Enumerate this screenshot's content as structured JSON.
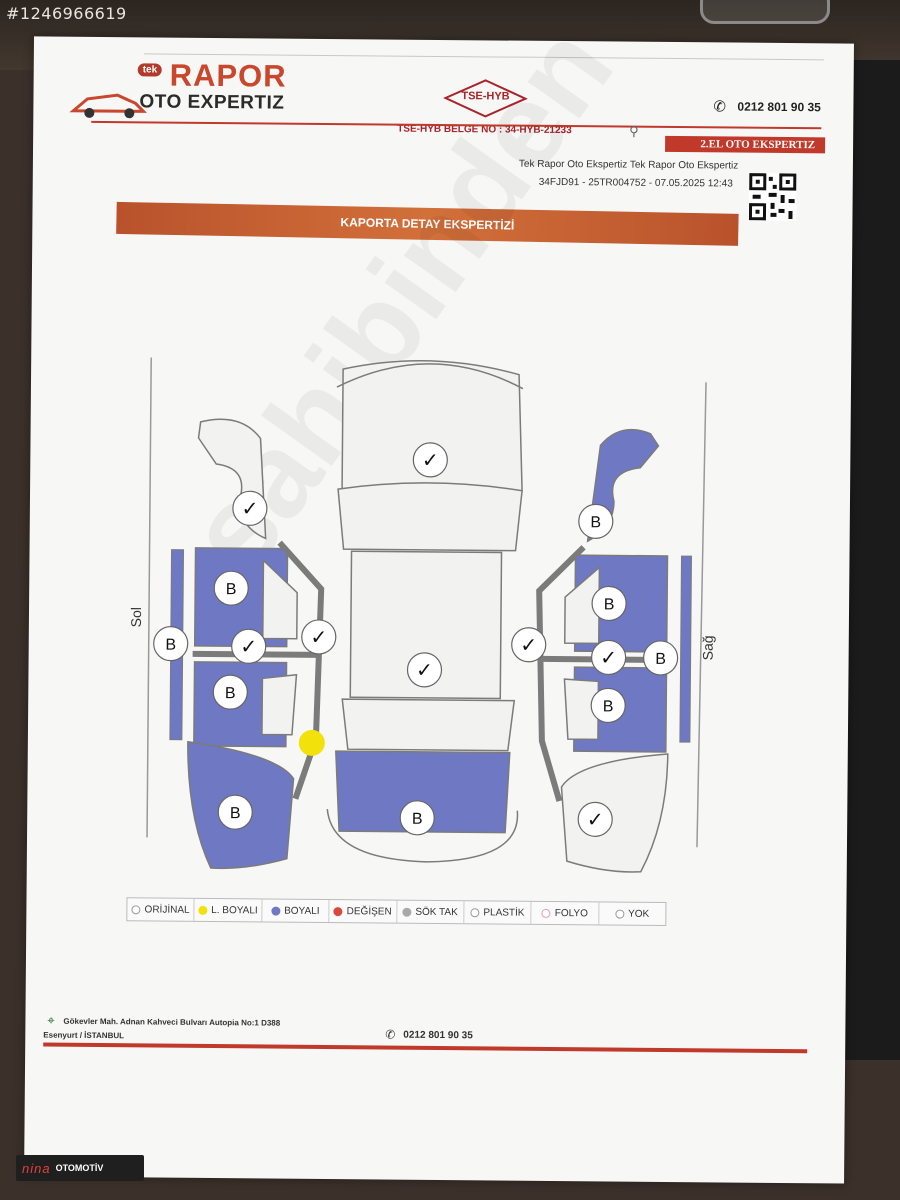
{
  "photo": {
    "watermark_id": "#1246966619"
  },
  "header": {
    "logo_tek": "tek",
    "logo_title": "RAPOR",
    "logo_subtitle": "OTO EXPERTIZ",
    "tse_badge": "TSE-HYB",
    "belge_no": "TSE-HYB BELGE NO : 34-HYB-21233",
    "phone": "0212 801 90 35",
    "banner": "2.EL OTO EKSPERTIZ",
    "meta_line1": "Tek Rapor Oto Ekspertiz Tek Rapor Oto Ekspertiz",
    "meta_line2": "34FJD91 - 25TR004752 - 07.05.2025 12:43"
  },
  "section": {
    "title": "KAPORTA DETAY EKSPERTİZİ"
  },
  "diagram": {
    "left_label": "Sol",
    "right_label": "Sağ",
    "colors": {
      "painted": "#6f78c2",
      "locally_painted": "#f2e10a",
      "outline": "#7b7b7b",
      "panel_fill": "#f2f2f0"
    },
    "parts": [
      {
        "id": "hood",
        "status": "original",
        "mark": "✓"
      },
      {
        "id": "roof",
        "status": "original",
        "mark": "✓"
      },
      {
        "id": "trunk",
        "status": "painted",
        "mark": "B"
      },
      {
        "id": "left-front-fender",
        "status": "original",
        "mark": "✓"
      },
      {
        "id": "left-front-door",
        "status": "painted",
        "mark": "B"
      },
      {
        "id": "left-rear-door",
        "status": "painted",
        "mark": "B"
      },
      {
        "id": "left-rocker",
        "status": "painted",
        "mark": "B"
      },
      {
        "id": "left-b-pillar",
        "status": "original",
        "mark": "✓"
      },
      {
        "id": "left-roof-rail",
        "status": "original",
        "mark": "✓"
      },
      {
        "id": "left-c-pillar",
        "status": "locally_painted",
        "mark": ""
      },
      {
        "id": "left-rear-quarter",
        "status": "painted",
        "mark": "B"
      },
      {
        "id": "right-front-fender",
        "status": "painted",
        "mark": "B"
      },
      {
        "id": "right-front-door",
        "status": "painted",
        "mark": "B"
      },
      {
        "id": "right-rear-door",
        "status": "painted",
        "mark": "B"
      },
      {
        "id": "right-rocker",
        "status": "painted",
        "mark": "B"
      },
      {
        "id": "right-b-pillar",
        "status": "original",
        "mark": "✓"
      },
      {
        "id": "right-roof-rail",
        "status": "original",
        "mark": "✓"
      },
      {
        "id": "right-rear-quarter",
        "status": "original",
        "mark": "✓"
      }
    ]
  },
  "legend": [
    {
      "label": "ORİJİNAL",
      "color": "#ffffff"
    },
    {
      "label": "L. BOYALI",
      "color": "#f2e10a"
    },
    {
      "label": "BOYALI",
      "color": "#6f78c2"
    },
    {
      "label": "DEĞİŞEN",
      "color": "#d9483b"
    },
    {
      "label": "SÖK TAK",
      "color": "#a9a9a9"
    },
    {
      "label": "PLASTİK",
      "color": "#ffffff"
    },
    {
      "label": "FOLYO",
      "color": "#ffffff"
    },
    {
      "label": "YOK",
      "color": "#ffffff"
    }
  ],
  "footer": {
    "address_line1": "Gökevler Mah. Adnan Kahveci Bulvarı Autopia No:1 D388",
    "address_line2": "Esenyurt / İSTANBUL",
    "phone": "0212 801 90 35"
  },
  "dealer": {
    "name": "nina",
    "sub": "OTOMOTİV"
  }
}
